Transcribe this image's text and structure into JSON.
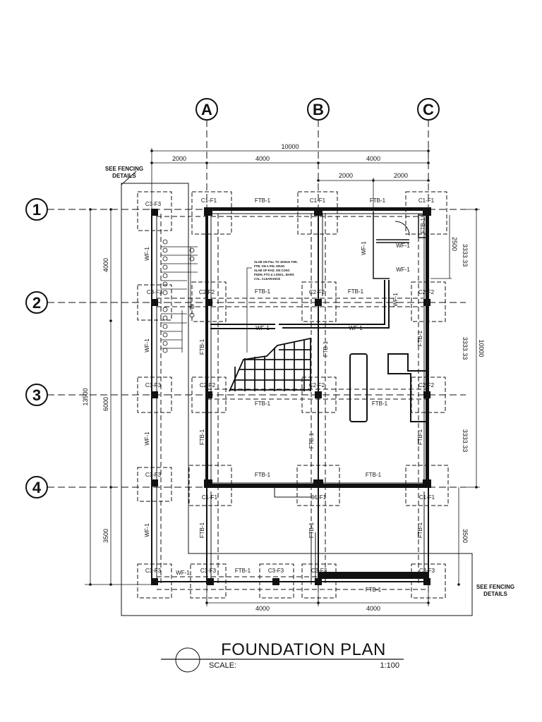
{
  "grid": {
    "columns": [
      "A",
      "B",
      "C"
    ],
    "rows": [
      "1",
      "2",
      "3",
      "4"
    ]
  },
  "dimensions": {
    "top_total": "10000",
    "top_segments": [
      "2000",
      "4000",
      "4000"
    ],
    "top_right_segments": [
      "2000",
      "2000"
    ],
    "left_total": "13500",
    "left_segments": [
      "4000",
      "6000",
      "3500"
    ],
    "right_total": "10000",
    "right_segments": [
      "3333.33",
      "3333.33",
      "3333.33",
      "3500"
    ],
    "right_small": "2500",
    "bottom_segments": [
      "4000",
      "4000"
    ]
  },
  "notes": {
    "fencing_top": [
      "SEE FENCING",
      "DETAILS"
    ],
    "fencing_bottom": [
      "SEE FENCING",
      "DETAILS"
    ],
    "slab_note": [
      "SLAB ON FILL TO 100mm THK.",
      "FTB. ON A FIN. GRAD",
      "SLAB OF RAD. ON CONC",
      "FNDN. FTG & 1 ENCL. BARS",
      "CAL. CLEARANCE"
    ]
  },
  "labels": {
    "c1f1": "C1-F1",
    "c2f2": "C2-F2",
    "c3f3": "C3-F3",
    "ftb": "FTB-1",
    "wf": "WF-1"
  },
  "title": {
    "main": "FOUNDATION PLAN",
    "scale_label": "SCALE:",
    "scale_value": "1:100"
  }
}
